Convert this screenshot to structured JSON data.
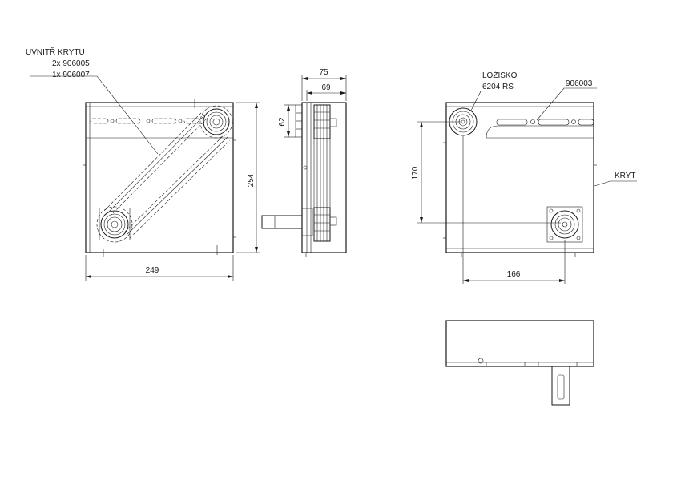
{
  "callouts": {
    "inside_cover_title": "UVNITŘ KRYTU",
    "inside_cover_line1": "2x 906005",
    "inside_cover_line2": "1x 906007",
    "bearing_title": "LOŽISKO",
    "bearing_type": "6204 RS",
    "part_number": "906003",
    "cover": "KRYT"
  },
  "dimensions": {
    "width": "249",
    "height": "254",
    "depth_total": "75",
    "depth_body": "69",
    "flange": "62",
    "center_vertical": "170",
    "center_horizontal": "166"
  }
}
